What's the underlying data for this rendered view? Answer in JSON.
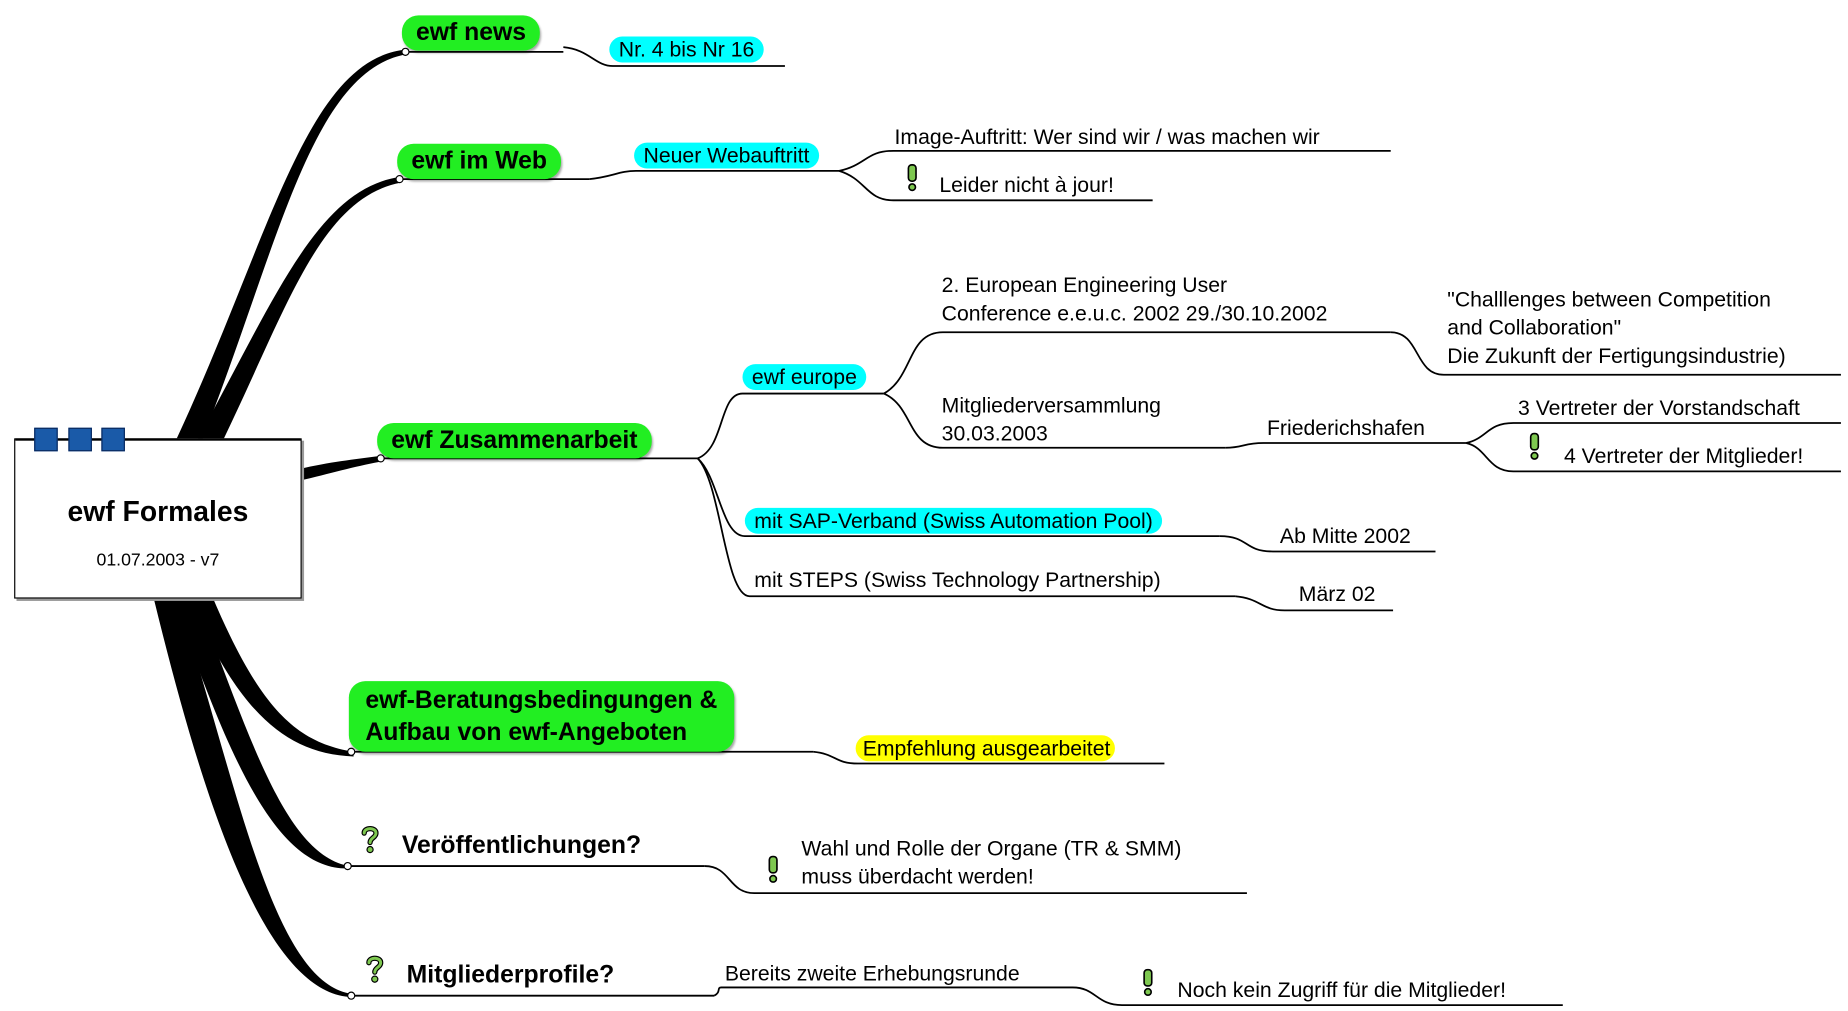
{
  "central": {
    "title": "ewf Formales",
    "subtitle": "01.07.2003 - v7"
  },
  "topics": {
    "news": "ewf news",
    "web": "ewf im Web",
    "zusammenarbeit": "ewf Zusammenarbeit",
    "beratung_line1": "ewf-Beratungsbedingungen &",
    "beratung_line2": "Aufbau von ewf-Angeboten",
    "veroeffentlichungen": "Veröffentlichungen?",
    "mitgliederprofile": "Mitgliederprofile?"
  },
  "subtopics": {
    "news_range": "Nr. 4 bis Nr 16",
    "neuer_webauftritt": "Neuer Webauftritt",
    "image_auftritt": "Image-Auftritt: Wer sind wir / was machen wir",
    "leider": "Leider nicht à jour!",
    "ewf_europe": "ewf europe",
    "euc_line1": "2. European Engineering User",
    "euc_line2": "Conference e.e.u.c. 2002 29./30.10.2002",
    "challenges_line1": "\"Challlenges between Competition",
    "challenges_line2": "and Collaboration\"",
    "challenges_line3": "Die Zukunft der Fertigungsindustrie)",
    "mv_line1": "Mitgliederversammlung",
    "mv_line2": "30.03.2003",
    "friedrichshafen": "Friederichshafen",
    "vorstandschaft": "3 Vertreter der Vorstandschaft",
    "mitglieder_vertreter": "4 Vertreter der Mitglieder!",
    "sap": "mit SAP-Verband (Swiss Automation Pool)",
    "ab_mitte": "Ab Mitte 2002",
    "steps": "mit STEPS (Swiss Technology Partnership)",
    "maerz": "März 02",
    "empfehlung": "Empfehlung ausgearbeitet",
    "wahl_line1": "Wahl und Rolle der Organe (TR & SMM)",
    "wahl_line2": "muss überdacht werden!",
    "erhebungsrunde": "Bereits zweite Erhebungsrunde",
    "noch_kein": "Noch kein Zugriff für die Mitglieder!"
  },
  "icons": {
    "exclamation": "exclamation-icon",
    "question": "question-icon"
  },
  "colors": {
    "main_topic": "#22ee22",
    "cyan_highlight": "#00ffff",
    "yellow_highlight": "#ffff00",
    "central_squares": "#1a5aa8"
  }
}
